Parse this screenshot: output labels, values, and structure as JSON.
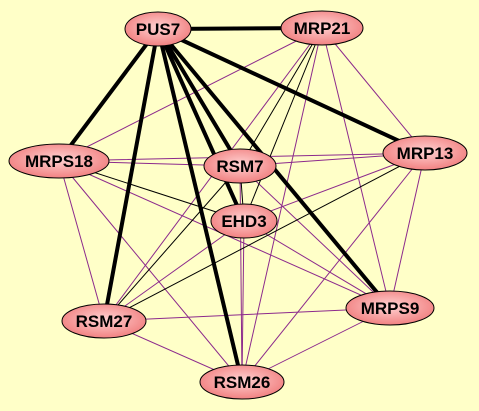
{
  "colors": {
    "background": "#ffffc8",
    "node_fill_center": "#ffd2d2",
    "node_fill_edge": "#f07a7a",
    "node_stroke": "#000000",
    "edge_strong": "#000000",
    "edge_weak": "#8c2a8c",
    "edge_medium": "#000000"
  },
  "nodes": [
    {
      "id": "PUS7",
      "label": "PUS7"
    },
    {
      "id": "MRP21",
      "label": "MRP21"
    },
    {
      "id": "MRPS18",
      "label": "MRPS18"
    },
    {
      "id": "RSM7",
      "label": "RSM7"
    },
    {
      "id": "MRP13",
      "label": "MRP13"
    },
    {
      "id": "EHD3",
      "label": "EHD3"
    },
    {
      "id": "RSM27",
      "label": "RSM27"
    },
    {
      "id": "MRPS9",
      "label": "MRPS9"
    },
    {
      "id": "RSM26",
      "label": "RSM26"
    }
  ],
  "edges": [
    {
      "source": "PUS7",
      "target": "MRP21",
      "type": "strong"
    },
    {
      "source": "PUS7",
      "target": "MRPS18",
      "type": "strong"
    },
    {
      "source": "PUS7",
      "target": "RSM7",
      "type": "strong"
    },
    {
      "source": "PUS7",
      "target": "MRP13",
      "type": "strong"
    },
    {
      "source": "PUS7",
      "target": "EHD3",
      "type": "strong"
    },
    {
      "source": "PUS7",
      "target": "RSM27",
      "type": "strong"
    },
    {
      "source": "PUS7",
      "target": "MRPS9",
      "type": "strong"
    },
    {
      "source": "PUS7",
      "target": "RSM26",
      "type": "strong"
    },
    {
      "source": "MRP21",
      "target": "MRPS18",
      "type": "weak"
    },
    {
      "source": "MRP21",
      "target": "RSM7",
      "type": "medium"
    },
    {
      "source": "MRP21",
      "target": "MRP13",
      "type": "weak"
    },
    {
      "source": "MRP21",
      "target": "EHD3",
      "type": "medium"
    },
    {
      "source": "MRP21",
      "target": "RSM27",
      "type": "weak"
    },
    {
      "source": "MRP21",
      "target": "MRPS9",
      "type": "weak"
    },
    {
      "source": "MRP21",
      "target": "RSM26",
      "type": "weak"
    },
    {
      "source": "MRPS18",
      "target": "RSM7",
      "type": "weak"
    },
    {
      "source": "MRPS18",
      "target": "MRP13",
      "type": "weak"
    },
    {
      "source": "MRPS18",
      "target": "EHD3",
      "type": "medium"
    },
    {
      "source": "MRPS18",
      "target": "RSM27",
      "type": "weak"
    },
    {
      "source": "MRPS18",
      "target": "MRPS9",
      "type": "weak"
    },
    {
      "source": "MRPS18",
      "target": "RSM26",
      "type": "weak"
    },
    {
      "source": "RSM7",
      "target": "MRP13",
      "type": "weak"
    },
    {
      "source": "RSM7",
      "target": "EHD3",
      "type": "medium"
    },
    {
      "source": "RSM7",
      "target": "RSM27",
      "type": "medium"
    },
    {
      "source": "RSM7",
      "target": "MRPS9",
      "type": "weak"
    },
    {
      "source": "RSM7",
      "target": "RSM26",
      "type": "weak"
    },
    {
      "source": "MRP13",
      "target": "EHD3",
      "type": "weak"
    },
    {
      "source": "MRP13",
      "target": "RSM27",
      "type": "medium"
    },
    {
      "source": "MRP13",
      "target": "MRPS9",
      "type": "weak"
    },
    {
      "source": "MRP13",
      "target": "RSM26",
      "type": "weak"
    },
    {
      "source": "EHD3",
      "target": "RSM27",
      "type": "weak"
    },
    {
      "source": "EHD3",
      "target": "MRPS9",
      "type": "weak"
    },
    {
      "source": "EHD3",
      "target": "RSM26",
      "type": "weak"
    },
    {
      "source": "RSM27",
      "target": "MRPS9",
      "type": "weak"
    },
    {
      "source": "RSM27",
      "target": "RSM26",
      "type": "weak"
    },
    {
      "source": "MRPS9",
      "target": "RSM26",
      "type": "weak"
    }
  ]
}
